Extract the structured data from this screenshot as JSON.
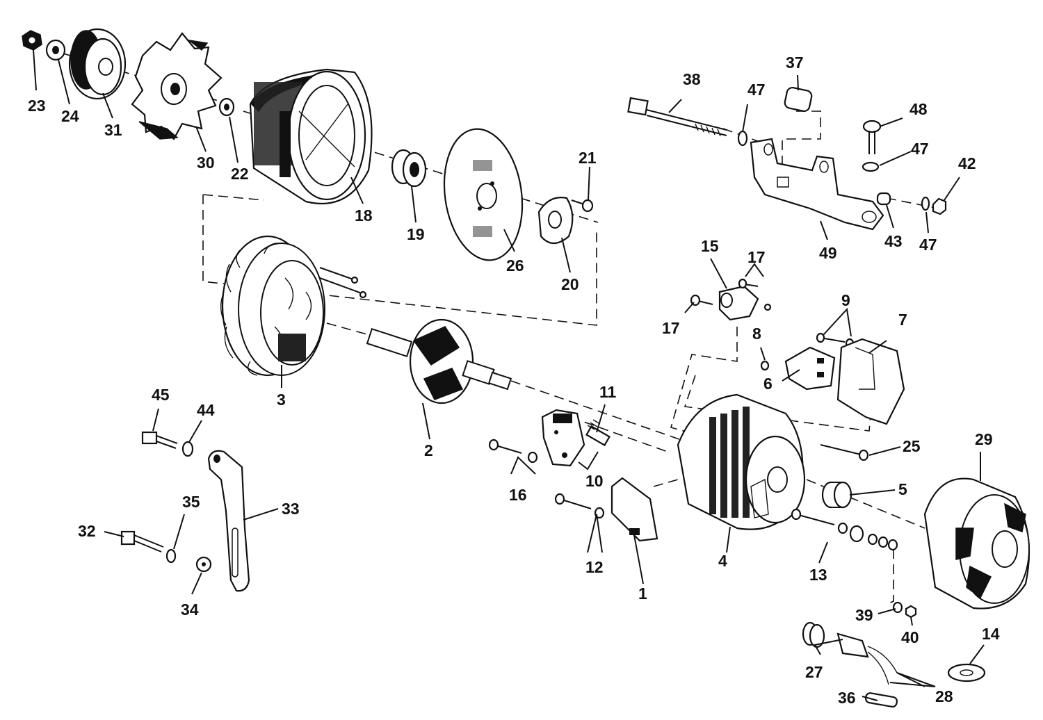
{
  "diagram": {
    "callouts": [
      {
        "id": "c1",
        "text": "1"
      },
      {
        "id": "c2",
        "text": "2"
      },
      {
        "id": "c3",
        "text": "3"
      },
      {
        "id": "c4",
        "text": "4"
      },
      {
        "id": "c5",
        "text": "5"
      },
      {
        "id": "c6",
        "text": "6"
      },
      {
        "id": "c7",
        "text": "7"
      },
      {
        "id": "c8",
        "text": "8"
      },
      {
        "id": "c9",
        "text": "9"
      },
      {
        "id": "c10",
        "text": "10"
      },
      {
        "id": "c11",
        "text": "11"
      },
      {
        "id": "c12",
        "text": "12"
      },
      {
        "id": "c13",
        "text": "13"
      },
      {
        "id": "c14",
        "text": "14"
      },
      {
        "id": "c15",
        "text": "15"
      },
      {
        "id": "c16",
        "text": "16"
      },
      {
        "id": "c17a",
        "text": "17"
      },
      {
        "id": "c17b",
        "text": "17"
      },
      {
        "id": "c18",
        "text": "18"
      },
      {
        "id": "c19",
        "text": "19"
      },
      {
        "id": "c20",
        "text": "20"
      },
      {
        "id": "c21",
        "text": "21"
      },
      {
        "id": "c22",
        "text": "22"
      },
      {
        "id": "c23",
        "text": "23"
      },
      {
        "id": "c24",
        "text": "24"
      },
      {
        "id": "c25",
        "text": "25"
      },
      {
        "id": "c26",
        "text": "26"
      },
      {
        "id": "c27",
        "text": "27"
      },
      {
        "id": "c28",
        "text": "28"
      },
      {
        "id": "c29",
        "text": "29"
      },
      {
        "id": "c30",
        "text": "30"
      },
      {
        "id": "c31",
        "text": "31"
      },
      {
        "id": "c32",
        "text": "32"
      },
      {
        "id": "c33",
        "text": "33"
      },
      {
        "id": "c34",
        "text": "34"
      },
      {
        "id": "c35",
        "text": "35"
      },
      {
        "id": "c36",
        "text": "36"
      },
      {
        "id": "c37",
        "text": "37"
      },
      {
        "id": "c38",
        "text": "38"
      },
      {
        "id": "c39",
        "text": "39"
      },
      {
        "id": "c40",
        "text": "40"
      },
      {
        "id": "c42",
        "text": "42"
      },
      {
        "id": "c43",
        "text": "43"
      },
      {
        "id": "c44",
        "text": "44"
      },
      {
        "id": "c45",
        "text": "45"
      },
      {
        "id": "c47a",
        "text": "47"
      },
      {
        "id": "c47b",
        "text": "47"
      },
      {
        "id": "c47c",
        "text": "47"
      },
      {
        "id": "c48",
        "text": "48"
      },
      {
        "id": "c49",
        "text": "49"
      }
    ]
  }
}
